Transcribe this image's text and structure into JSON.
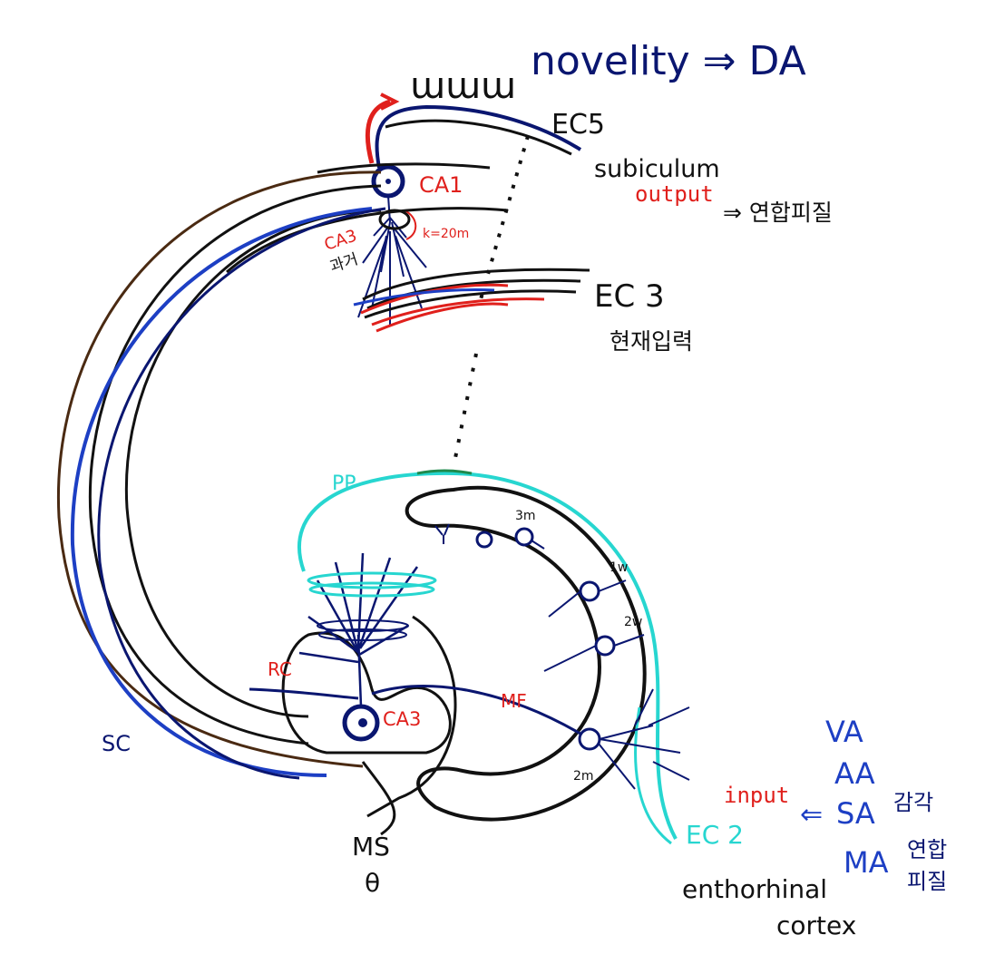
{
  "colors": {
    "black": "#111111",
    "navy": "#0a1670",
    "blue": "#1d3fc4",
    "red": "#e0201c",
    "cyan": "#27d6d0",
    "brown": "#4a2a12",
    "green": "#1f8a4c"
  },
  "title": "novelity ⇒ DA",
  "top": {
    "spikes": "ɯɯɯ",
    "ec5": "EC5",
    "subiculum": "subiculum",
    "output": "output",
    "output_target": "⇒ 연합피질",
    "ca1": "CA1",
    "ca3_top": "CA3",
    "k_label": "k=20m",
    "past": "과거",
    "ec3": "EC 3",
    "current_input": "현재입력"
  },
  "bottom": {
    "pp": "PP",
    "rc": "RC",
    "mf": "MF",
    "ca3": "CA3",
    "sc": "SC",
    "ms": "MS",
    "theta": "θ",
    "label_3m": "3m",
    "label_1w": "1w",
    "label_2w": "2w",
    "label_2m": "2m",
    "input": "input",
    "ec2": "EC 2",
    "entorhinal_line1": "enthorhinal",
    "entorhinal_line2": "cortex"
  },
  "modalities": {
    "va": "VA",
    "aa": "AA",
    "sa": "SA",
    "ma": "MA",
    "arrow": "⇐",
    "sensory": "감각",
    "assoc_line1": "연합",
    "assoc_line2": "피질"
  }
}
